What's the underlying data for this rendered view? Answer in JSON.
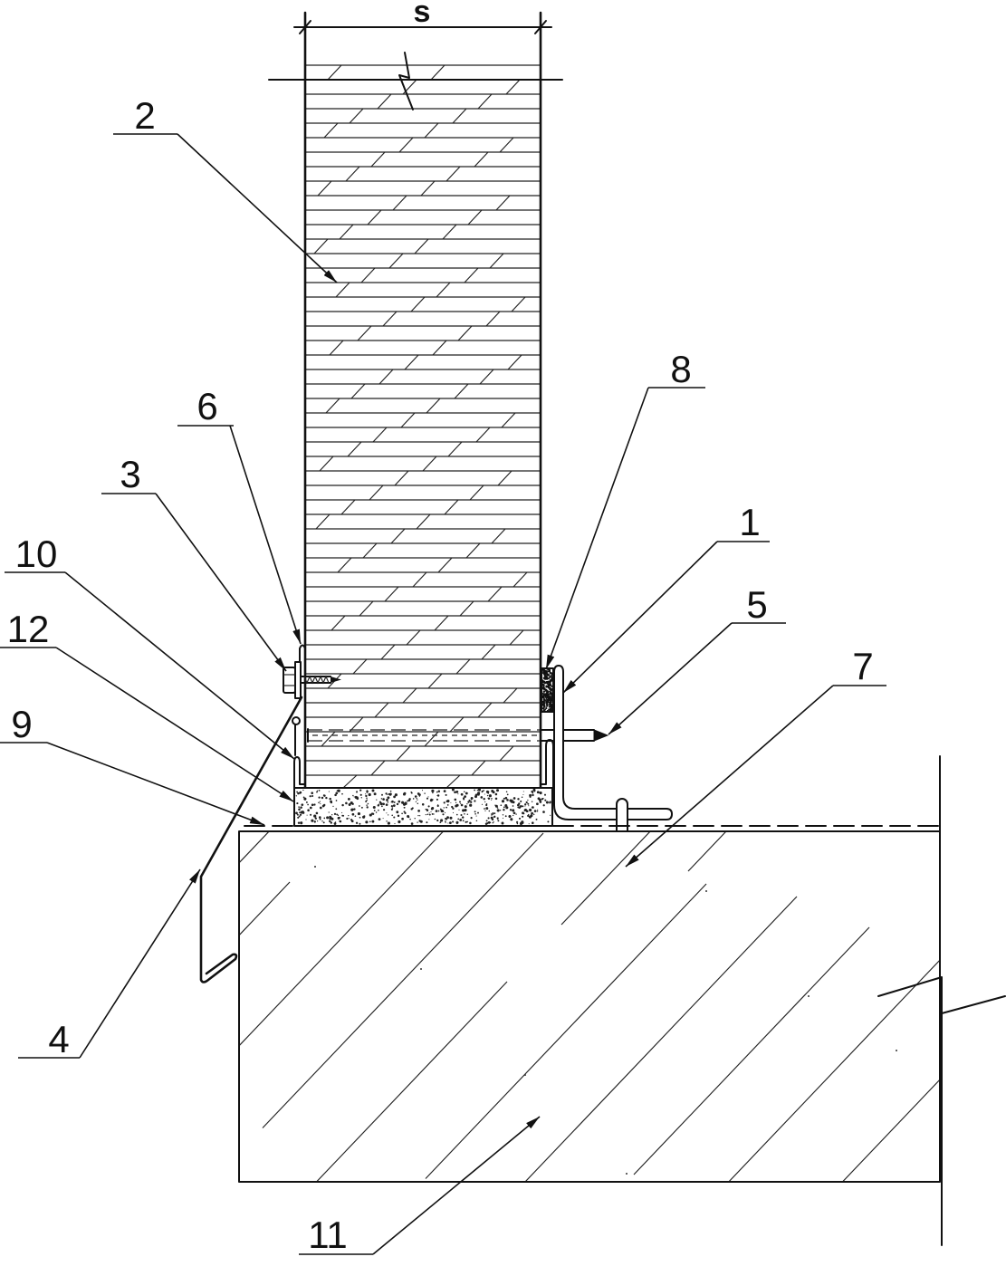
{
  "drawing": {
    "dimension_label": "s",
    "callouts": {
      "c1": "1",
      "c2": "2",
      "c3": "3",
      "c4": "4",
      "c5": "5",
      "c6": "6",
      "c7": "7",
      "c8": "8",
      "c9": "9",
      "c10": "10",
      "c11": "11",
      "c12": "12"
    }
  }
}
